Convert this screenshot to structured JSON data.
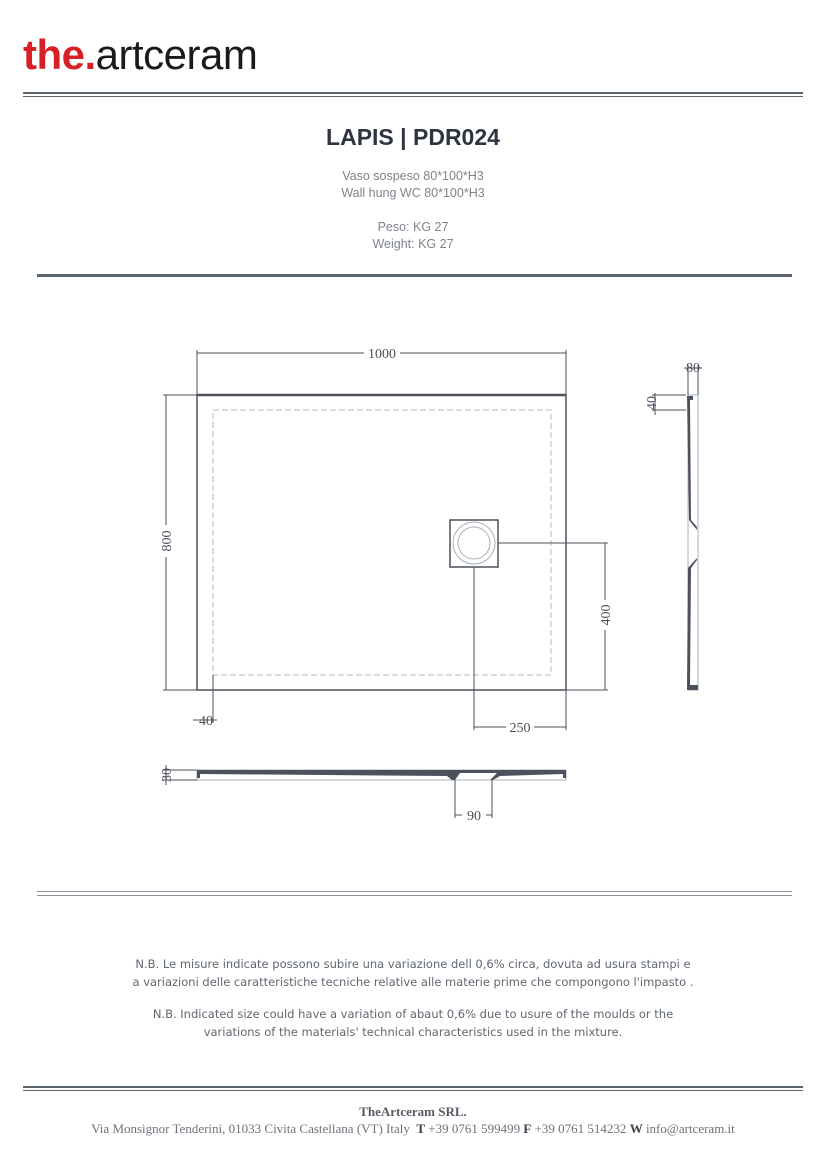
{
  "logo": {
    "prefix": "the.",
    "name": "artceram",
    "brand_color": "#d71f26"
  },
  "product": {
    "title": "LAPIS | PDR024",
    "desc_it": "Vaso sospeso 80*100*H3",
    "desc_en": "Wall hung WC 80*100*H3",
    "weight_it": "Peso: KG 27",
    "weight_en": "Weight: KG 27"
  },
  "drawing": {
    "dims": {
      "width": "1000",
      "depth": "800",
      "drain_y": "400",
      "drain_x": "250",
      "border": "40",
      "side_top": "80",
      "side_border": "40",
      "section_h": "30",
      "drain_d": "90"
    },
    "line_color": "#4b525c"
  },
  "notes": {
    "it_1": "N.B. Le misure indicate possono subire una variazione dell 0,6% circa, dovuta ad usura stampi e",
    "it_2": "a variazioni delle caratteristiche tecniche relative alle materie prime che compongono l'impasto .",
    "en_1": "N.B. Indicated size could have a variation of abaut 0,6% due to usure of the moulds or the",
    "en_2": "variations of the materials' technical characteristics used in the mixture."
  },
  "footer": {
    "company": "TheArtceram SRL.",
    "address": "Via Monsignor Tenderini, 01033 Civita Castellana (VT) Italy",
    "t_label": "T",
    "phone": "+39 0761 599499",
    "f_label": "F",
    "fax": "+39 0761 514232",
    "w_label": "W",
    "email": "info@artceram.it"
  }
}
